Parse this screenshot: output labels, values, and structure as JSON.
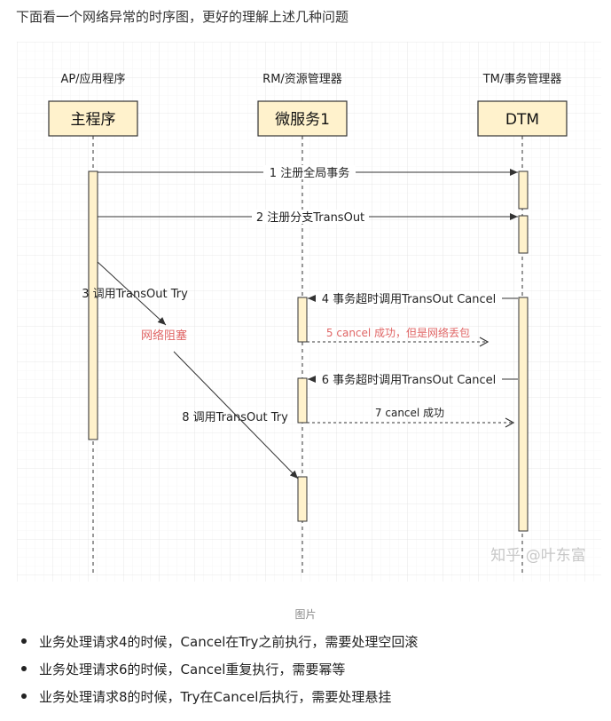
{
  "intro": "下面看一个网络异常的时序图，更好的理解上述几种问题",
  "diagram": {
    "participants": [
      {
        "header": "AP/应用程序",
        "label": "主程序"
      },
      {
        "header": "RM/资源管理器",
        "label": "微服务1"
      },
      {
        "header": "TM/事务管理器",
        "label": "DTM"
      }
    ],
    "messages": [
      "1 注册全局事务",
      "2 注册分支TransOut",
      "3 调用TransOut Try",
      "网络阻塞",
      "4 事务超时调用TransOut Cancel",
      "5 cancel 成功，但是网络丢包",
      "6 事务超时调用TransOut Cancel",
      "7 cancel 成功",
      "8 调用TransOut Try"
    ],
    "watermark": "知乎 @叶东富"
  },
  "caption": "图片",
  "bullets": [
    "业务处理请求4的时候，Cancel在Try之前执行，需要处理空回滚",
    "业务处理请求6的时候，Cancel重复执行，需要幂等",
    "业务处理请求8的时候，Try在Cancel后执行，需要处理悬挂"
  ],
  "colors": {
    "box_fill": "#fff2cc",
    "box_stroke": "#333333",
    "accent_red": "#e06666",
    "line": "#333333"
  }
}
